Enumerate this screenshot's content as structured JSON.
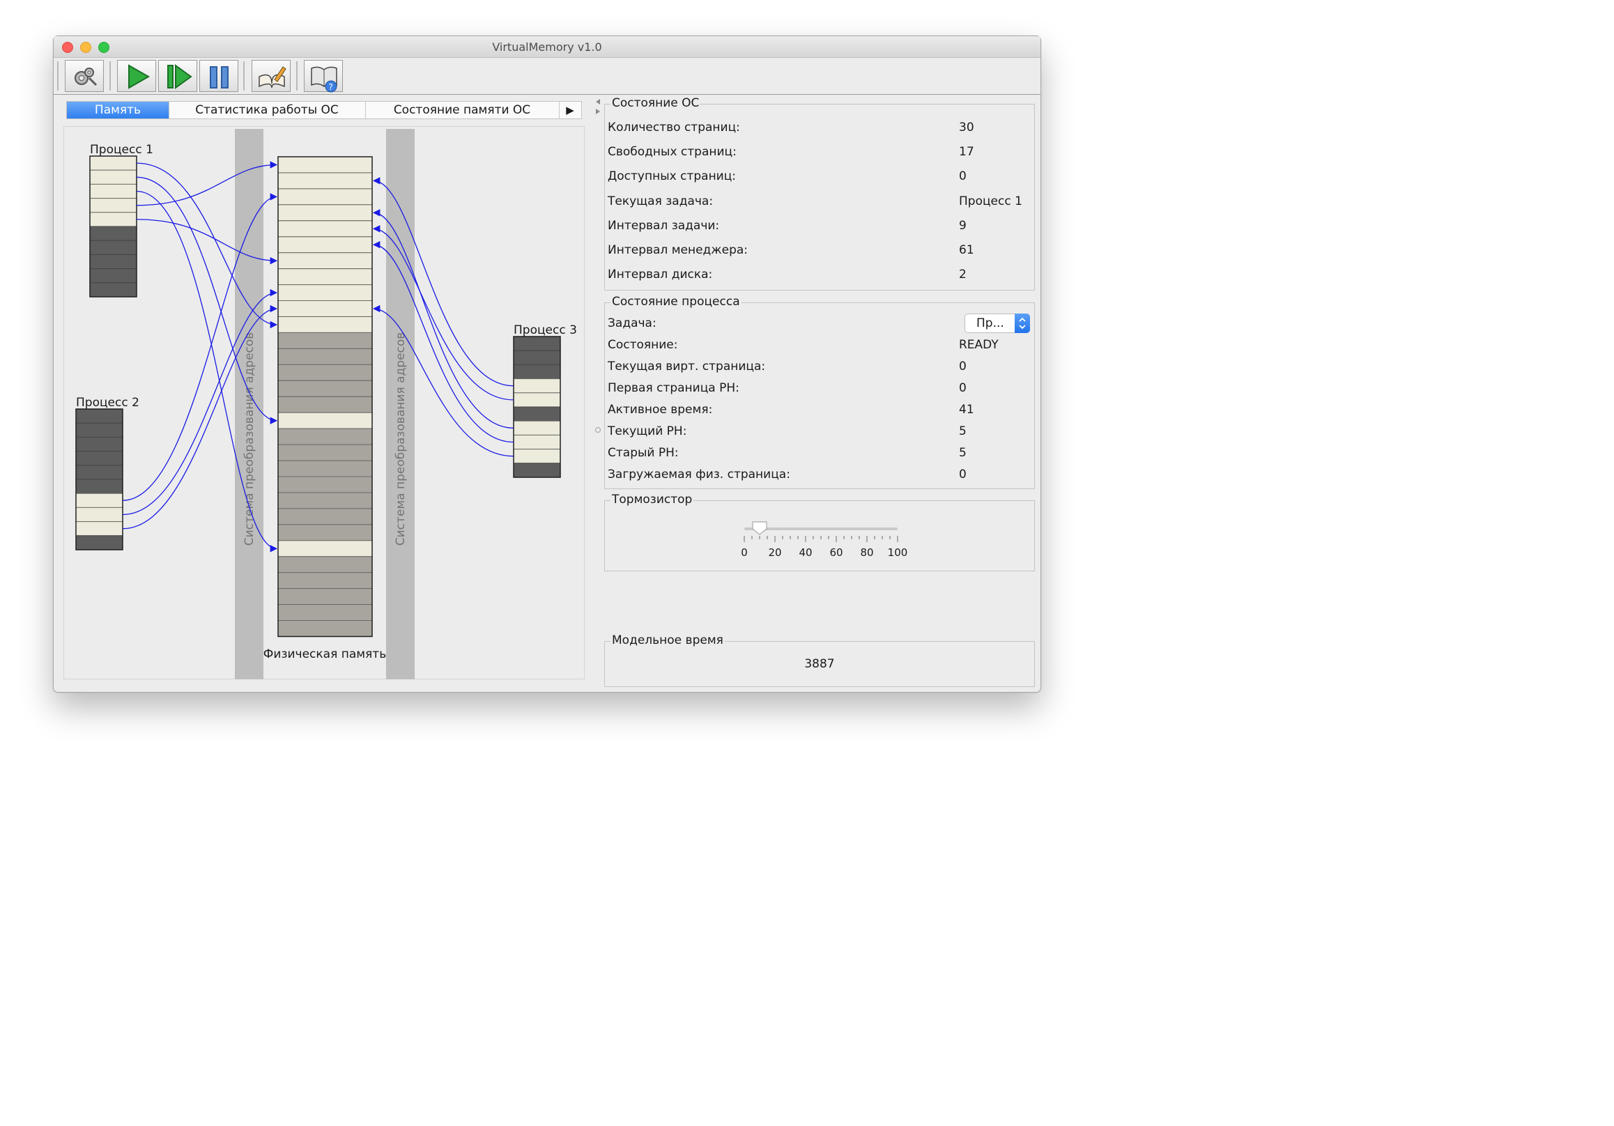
{
  "window": {
    "title": "VirtualMemory v1.0"
  },
  "toolbar": {
    "buttons": [
      {
        "name": "settings",
        "icon": "settings-gears-icon"
      },
      {
        "name": "run",
        "icon": "play-icon"
      },
      {
        "name": "step",
        "icon": "step-forward-icon"
      },
      {
        "name": "pause",
        "icon": "pause-icon"
      },
      {
        "name": "edit",
        "icon": "edit-book-icon"
      },
      {
        "name": "help",
        "icon": "help-book-icon"
      }
    ]
  },
  "tabs": [
    {
      "label": "Память",
      "active": true
    },
    {
      "label": "Статистика работы ОС",
      "active": false
    },
    {
      "label": "Состояние памяти ОС",
      "active": false
    }
  ],
  "memory_view": {
    "process_labels": [
      "Процесс 1",
      "Процесс 2",
      "Процесс 3"
    ],
    "translation_label": "Система преобразования адресов",
    "physical_label": "Физическая память",
    "process1_pages": [
      1,
      1,
      1,
      1,
      1,
      0,
      0,
      0,
      0,
      0
    ],
    "process2_pages": [
      0,
      0,
      0,
      0,
      0,
      0,
      1,
      1,
      1,
      0
    ],
    "process3_pages": [
      0,
      0,
      0,
      1,
      1,
      0,
      1,
      1,
      1,
      0
    ],
    "physical_pages": [
      1,
      1,
      1,
      1,
      1,
      1,
      1,
      1,
      1,
      1,
      1,
      0,
      0,
      0,
      0,
      0,
      1,
      0,
      0,
      0,
      0,
      0,
      0,
      0,
      1,
      0,
      0,
      0,
      0,
      0
    ],
    "links": [
      {
        "proc": 1,
        "page": 0,
        "frame": 10
      },
      {
        "proc": 1,
        "page": 1,
        "frame": 16
      },
      {
        "proc": 1,
        "page": 2,
        "frame": 24
      },
      {
        "proc": 1,
        "page": 3,
        "frame": 0
      },
      {
        "proc": 1,
        "page": 4,
        "frame": 6
      },
      {
        "proc": 2,
        "page": 6,
        "frame": 2
      },
      {
        "proc": 2,
        "page": 7,
        "frame": 8
      },
      {
        "proc": 2,
        "page": 8,
        "frame": 9
      },
      {
        "proc": 3,
        "page": 3,
        "frame": 1
      },
      {
        "proc": 3,
        "page": 4,
        "frame": 4
      },
      {
        "proc": 3,
        "page": 6,
        "frame": 3
      },
      {
        "proc": 3,
        "page": 7,
        "frame": 5
      },
      {
        "proc": 3,
        "page": 8,
        "frame": 9
      }
    ],
    "colors": {
      "used_page": "#ecebdc",
      "free_frame": "#a8a59f",
      "absent_page": "#5d5d5d",
      "link": "#1a1ae6",
      "translation_band": "#bdbdbd"
    }
  },
  "os_state": {
    "title": "Состояние ОС",
    "rows": [
      {
        "label": "Количество страниц:",
        "value": "30"
      },
      {
        "label": "Свободных страниц:",
        "value": "17"
      },
      {
        "label": "Доступных страниц:",
        "value": "0"
      },
      {
        "label": "Текущая задача:",
        "value": "Процесс 1"
      },
      {
        "label": "Интервал задачи:",
        "value": "9"
      },
      {
        "label": "Интервал менеджера:",
        "value": "61"
      },
      {
        "label": "Интервал диска:",
        "value": "2"
      }
    ]
  },
  "process_state": {
    "title": "Состояние процесса",
    "task_label": "Задача:",
    "task_value": "Пр...",
    "rows": [
      {
        "label": "Состояние:",
        "value": "READY"
      },
      {
        "label": "Текущая вирт. страница:",
        "value": "0"
      },
      {
        "label": "Первая страница РН:",
        "value": "0"
      },
      {
        "label": "Активное время:",
        "value": "41"
      },
      {
        "label": "Текущий РН:",
        "value": "5"
      },
      {
        "label": "Старый РН:",
        "value": "5"
      },
      {
        "label": "Загружаемая физ. страница:",
        "value": "0"
      }
    ]
  },
  "brake": {
    "title": "Тормозистор",
    "value": 10,
    "min": 0,
    "max": 100,
    "tick_labels": [
      "0",
      "20",
      "40",
      "60",
      "80",
      "100"
    ]
  },
  "model_time": {
    "title": "Модельное время",
    "value": "3887"
  }
}
